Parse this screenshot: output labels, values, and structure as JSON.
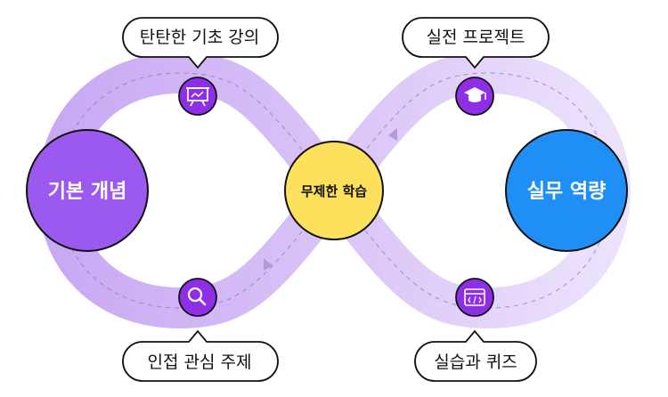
{
  "nodes": {
    "left": {
      "label": "기본 개념",
      "color": "#9b59f0"
    },
    "center": {
      "label": "무제한 학습",
      "color": "#fde15c"
    },
    "right": {
      "label": "실무 역량",
      "color": "#1f8ff5"
    }
  },
  "callouts": {
    "top_left": {
      "label": "탄탄한 기초 강의",
      "icon": "presentation-board-icon"
    },
    "top_right": {
      "label": "실전 프로젝트",
      "icon": "graduation-cap-icon"
    },
    "bottom_left": {
      "label": "인접 관심 주제",
      "icon": "search-icon"
    },
    "bottom_right": {
      "label": "실습과 퀴즈",
      "icon": "code-window-icon"
    }
  },
  "colors": {
    "band_light": "#e9dcfc",
    "band_mid": "#cdb3f4",
    "icon_bg": "#8e2ee6",
    "outline": "#111111"
  }
}
